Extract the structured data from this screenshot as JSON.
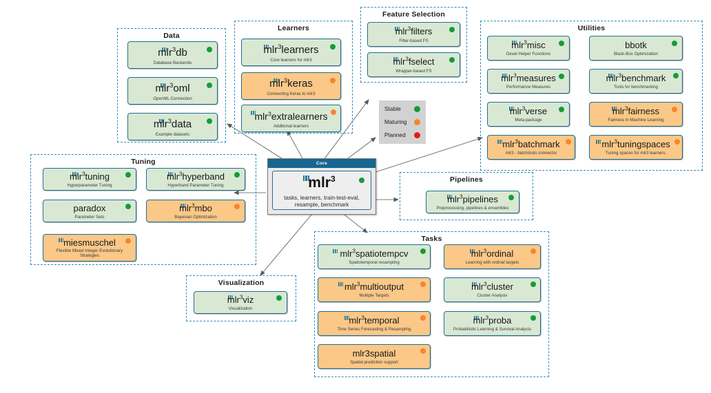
{
  "core": {
    "header": "Core",
    "title": "mlr",
    "superscript": "3",
    "description": "tasks, learners, train-test-eval, resample, benchmark",
    "status": "stable",
    "glyph": "mlr-logo-icon"
  },
  "legend": {
    "items": [
      {
        "label": "Stable",
        "color": "#149c3a"
      },
      {
        "label": "Maturing",
        "color": "#f3872f"
      },
      {
        "label": "Planned",
        "color": "#e01b1b"
      }
    ]
  },
  "colors": {
    "stable_fill": "#d9e8d3",
    "maturing_fill": "#fbc888",
    "card_border": "#1f6f91",
    "group_border": "#2e8bc0",
    "core_header": "#18658f",
    "core_body": "#e9e9e9",
    "legend_bg": "#d2d2d2",
    "stable_dot": "#149c3a",
    "maturing_dot": "#f3872f",
    "planned_dot": "#e01b1b"
  },
  "groups": [
    {
      "id": "data",
      "title": "Data",
      "packages": [
        {
          "name": "mlr",
          "sup": "3",
          "suffix": "db",
          "desc": "Database Backends",
          "status": "stable"
        },
        {
          "name": "mlr",
          "sup": "3",
          "suffix": "oml",
          "desc": "OpenML Connection",
          "status": "stable"
        },
        {
          "name": "mlr",
          "sup": "3",
          "suffix": "data",
          "desc": "Example datasets",
          "status": "stable"
        }
      ]
    },
    {
      "id": "learners",
      "title": "Learners",
      "packages": [
        {
          "name": "mlr",
          "sup": "3",
          "suffix": "learners",
          "desc": "Core learners for mlr3",
          "status": "stable"
        },
        {
          "name": "mlr",
          "sup": "3",
          "suffix": "keras",
          "desc": "Connecting Keras to mlr3",
          "status": "maturing"
        },
        {
          "name": "mlr",
          "sup": "3",
          "suffix": "extralearners",
          "desc": "Additional learners",
          "status": "stable",
          "dot": "maturing"
        }
      ]
    },
    {
      "id": "feature-selection",
      "title": "Feature Selection",
      "packages": [
        {
          "name": "mlr",
          "sup": "3",
          "suffix": "filters",
          "desc": "Filter-based FS",
          "status": "stable"
        },
        {
          "name": "mlr",
          "sup": "3",
          "suffix": "fselect",
          "desc": "Wrapper-based FS",
          "status": "stable"
        }
      ]
    },
    {
      "id": "utilities",
      "title": "Utilities",
      "packages": [
        {
          "name": "mlr",
          "sup": "3",
          "suffix": "misc",
          "desc": "Devel Helper Functions",
          "status": "stable"
        },
        {
          "name": "",
          "sup": "",
          "suffix": "bbotk",
          "desc": "Black-Box Optimization",
          "status": "stable",
          "noglyph": true
        },
        {
          "name": "mlr",
          "sup": "3",
          "suffix": "measures",
          "desc": "Performance Measures",
          "status": "stable"
        },
        {
          "name": "mlr",
          "sup": "3",
          "suffix": "benchmark",
          "desc": "Tools for benchmarking",
          "status": "stable"
        },
        {
          "name": "mlr",
          "sup": "3",
          "suffix": "verse",
          "desc": "Meta-package",
          "status": "stable"
        },
        {
          "name": "mlr",
          "sup": "3",
          "suffix": "fairness",
          "desc": "Fairness in Machine Learning",
          "status": "maturing"
        },
        {
          "name": "mlr",
          "sup": "3",
          "suffix": "batchmark",
          "desc": "mlr3 - batchtools connector",
          "status": "maturing"
        },
        {
          "name": "mlr",
          "sup": "3",
          "suffix": "tuningspaces",
          "desc": "Tuning spaces for mlr3 learners.",
          "status": "maturing"
        }
      ]
    },
    {
      "id": "tuning",
      "title": "Tuning",
      "packages": [
        {
          "name": "mlr",
          "sup": "3",
          "suffix": "tuning",
          "desc": "Hyperparameter Tuning",
          "status": "stable"
        },
        {
          "name": "mlr",
          "sup": "3",
          "suffix": "hyperband",
          "desc": "Hyperband Parameter Tuning",
          "status": "stable"
        },
        {
          "name": "",
          "sup": "",
          "suffix": "paradox",
          "desc": "Parameter Sets",
          "status": "stable",
          "noglyph": true
        },
        {
          "name": "mlr",
          "sup": "3",
          "suffix": "mbo",
          "desc": "Bayesian Optimization",
          "status": "maturing"
        },
        {
          "name": "",
          "sup": "",
          "suffix": "miesmuschel",
          "desc": "Flexible Mixed Integer Evolutionary Strategies",
          "status": "maturing",
          "two_line": true
        }
      ]
    },
    {
      "id": "pipelines",
      "title": "Pipelines",
      "packages": [
        {
          "name": "mlr",
          "sup": "3",
          "suffix": "pipelines",
          "desc": "Preprocessing, pipelines & ensembles",
          "status": "stable"
        }
      ]
    },
    {
      "id": "visualization",
      "title": "Visualization",
      "packages": [
        {
          "name": "mlr",
          "sup": "3",
          "suffix": "viz",
          "desc": "Visualization",
          "status": "stable"
        }
      ]
    },
    {
      "id": "tasks",
      "title": "Tasks",
      "packages": [
        {
          "name": "mlr",
          "sup": "3",
          "suffix": "spatiotempcv",
          "desc": "Spatiotemporal resampling",
          "status": "stable"
        },
        {
          "name": "mlr",
          "sup": "3",
          "suffix": "ordinal",
          "desc": "Learning with ordinal targets",
          "status": "maturing"
        },
        {
          "name": "mlr",
          "sup": "3",
          "suffix": "multioutput",
          "desc": "Multiple Targets",
          "status": "maturing"
        },
        {
          "name": "mlr",
          "sup": "3",
          "suffix": "cluster",
          "desc": "Cluster Analysis",
          "status": "stable"
        },
        {
          "name": "mlr",
          "sup": "3",
          "suffix": "temporal",
          "desc": "Time Series Forecasting & Resampling",
          "status": "maturing"
        },
        {
          "name": "mlr",
          "sup": "3",
          "suffix": "proba",
          "desc": "Probabilistic Learning & Survival Analysis",
          "status": "stable"
        },
        {
          "name": "",
          "sup": "",
          "suffix": "mlr3spatial",
          "desc": "Spatial prediction support",
          "status": "maturing",
          "noglyph": true
        }
      ]
    }
  ]
}
